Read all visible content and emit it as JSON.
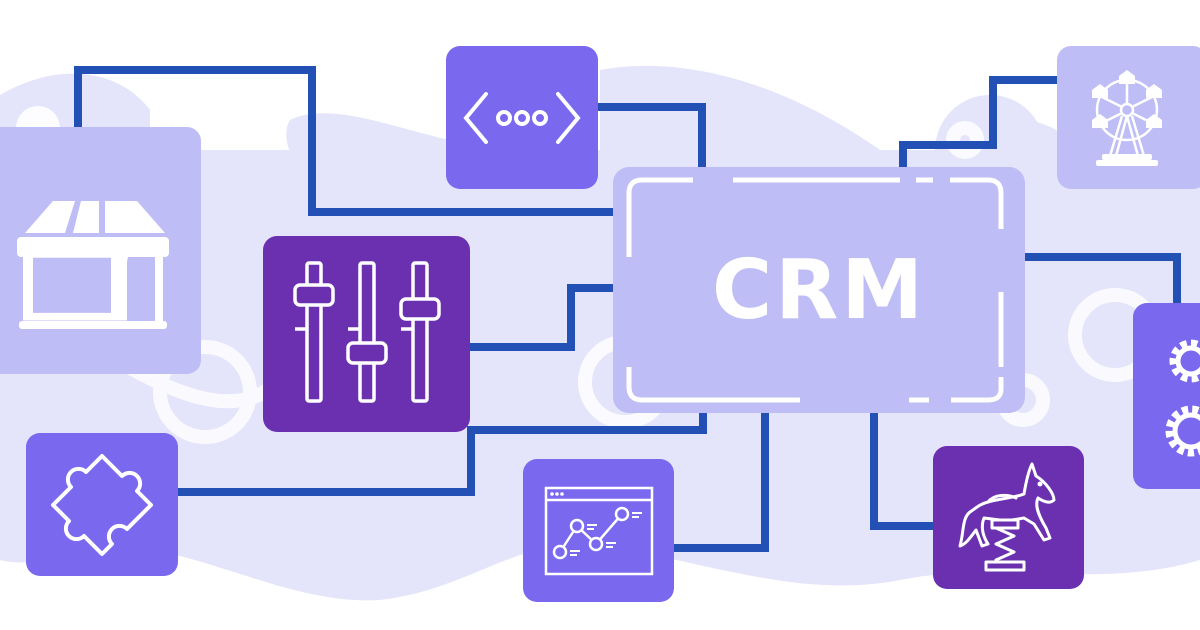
{
  "diagram": {
    "title": "CRM",
    "hub": {
      "label": "CRM"
    },
    "nodes": [
      {
        "id": "store",
        "icon": "storefront-icon"
      },
      {
        "id": "code",
        "icon": "code-brackets-icon"
      },
      {
        "id": "sliders",
        "icon": "sliders-icon"
      },
      {
        "id": "puzzle",
        "icon": "puzzle-piece-icon"
      },
      {
        "id": "analytics",
        "icon": "line-chart-window-icon"
      },
      {
        "id": "ferris-wheel",
        "icon": "ferris-wheel-icon"
      },
      {
        "id": "settings",
        "icon": "gears-icon"
      },
      {
        "id": "spring-horse",
        "icon": "spring-rider-horse-icon"
      }
    ],
    "edges": [
      [
        "store",
        "CRM"
      ],
      [
        "code",
        "CRM"
      ],
      [
        "sliders",
        "CRM"
      ],
      [
        "puzzle",
        "CRM"
      ],
      [
        "analytics",
        "CRM"
      ],
      [
        "ferris-wheel",
        "CRM"
      ],
      [
        "settings",
        "CRM"
      ],
      [
        "spring-horse",
        "CRM"
      ]
    ]
  },
  "colors": {
    "background": "#ffffff",
    "blob": "#e4e4fb",
    "connector": "#2350b4",
    "tile_light": "#bfbdf5",
    "tile_mid": "#7a68ef",
    "tile_dark": "#6a30b0",
    "icon": "#ffffff"
  }
}
